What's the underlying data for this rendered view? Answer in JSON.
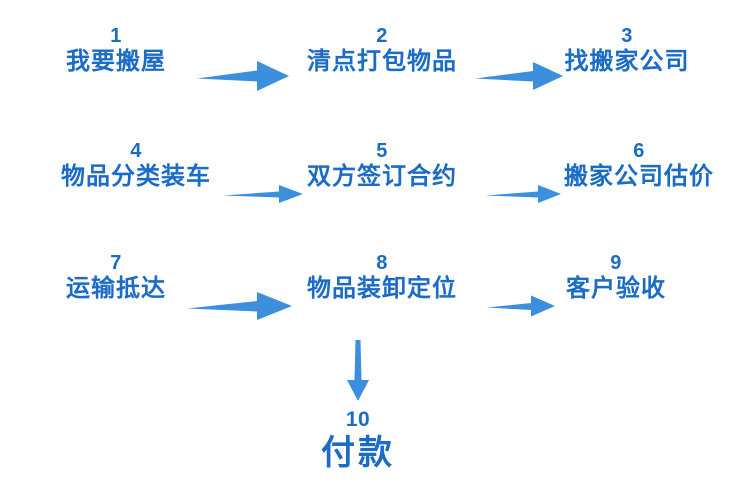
{
  "diagram": {
    "title": "",
    "accent_color": "#1A6CC6",
    "arrow_color": "#3B8FDC",
    "background": "#FFFFFF",
    "rows": [
      {
        "steps": [
          {
            "number": "1",
            "label": "我要搬屋"
          },
          {
            "number": "2",
            "label": "清点打包物品"
          },
          {
            "number": "3",
            "label": "找搬家公司"
          }
        ]
      },
      {
        "steps": [
          {
            "number": "4",
            "label": "物品分类装车"
          },
          {
            "number": "5",
            "label": "双方签订合约"
          },
          {
            "number": "6",
            "label": "搬家公司估价"
          }
        ]
      },
      {
        "steps": [
          {
            "number": "7",
            "label": "运输抵达"
          },
          {
            "number": "8",
            "label": "物品装卸定位"
          },
          {
            "number": "9",
            "label": "客户验收"
          }
        ]
      }
    ],
    "final_step": {
      "number": "10",
      "label": "付款"
    },
    "connectors": [
      {
        "name": "arrow-1-to-2",
        "direction": "right"
      },
      {
        "name": "arrow-2-to-3",
        "direction": "right"
      },
      {
        "name": "arrow-4-to-5",
        "direction": "right"
      },
      {
        "name": "arrow-5-to-6",
        "direction": "right"
      },
      {
        "name": "arrow-7-to-8",
        "direction": "right"
      },
      {
        "name": "arrow-8-to-9",
        "direction": "right"
      },
      {
        "name": "arrow-8-to-10",
        "direction": "down"
      }
    ]
  }
}
